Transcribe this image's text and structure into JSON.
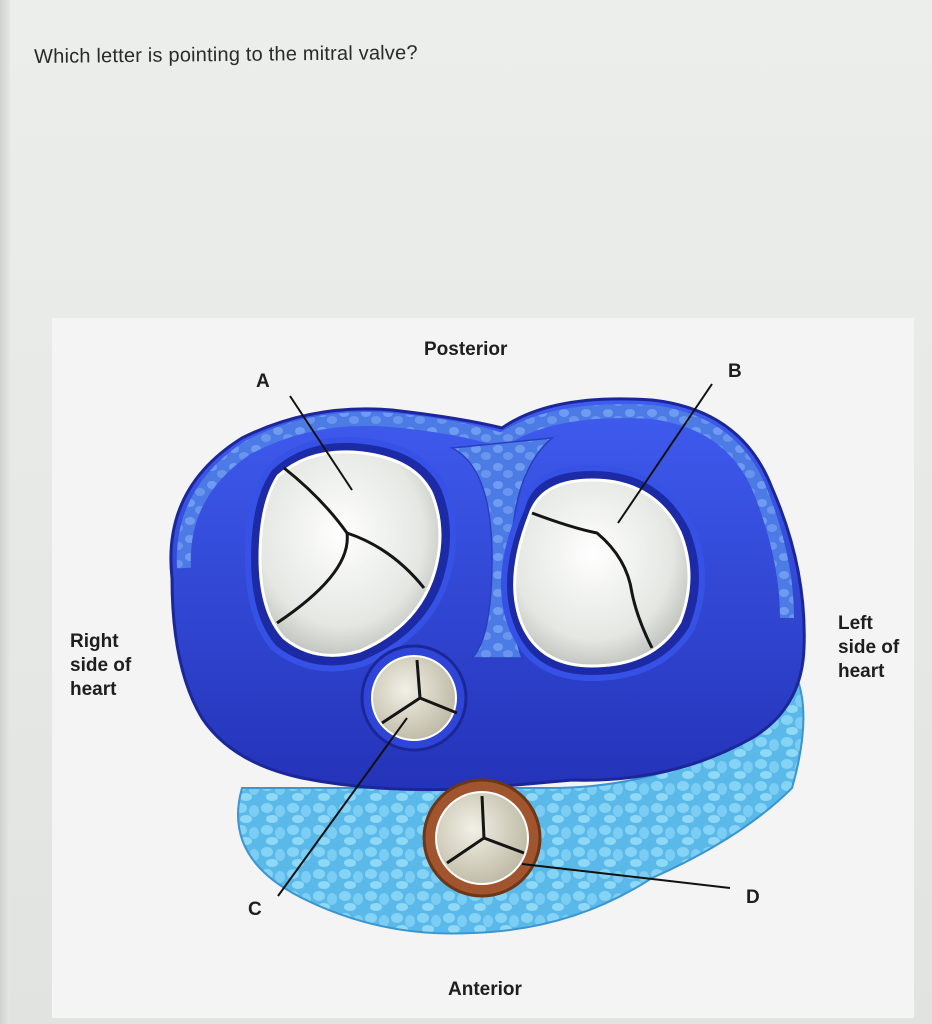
{
  "question": "Which letter is pointing to the mitral valve?",
  "diagram": {
    "posterior": "Posterior",
    "anterior": "Anterior",
    "right_side": [
      "Right",
      "side of",
      "heart"
    ],
    "left_side": [
      "Left",
      "side of",
      "heart"
    ],
    "letters": {
      "a": "A",
      "b": "B",
      "c": "C",
      "d": "D"
    }
  },
  "colors": {
    "muscle_blue": "#2e45d8",
    "fat_light_blue": "#6cc7ef",
    "valve_white": "#e9ece8",
    "aortic_ring": "#a0552e"
  }
}
